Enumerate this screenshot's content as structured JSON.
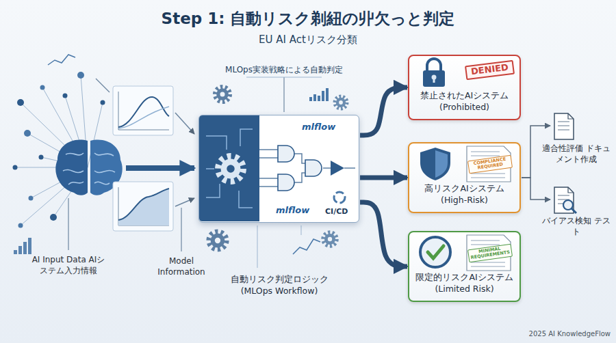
{
  "diagram": {
    "title": "Step 1: 自動リスク剃紐の丱欠っと判定",
    "nodes": [
      {
        "text": [
          "mlflow",
          "mlflow",
          "CI/CD",
          "自動リスク判定ロジック (MLOps Workflow)"
        ]
      },
      {
        "text": [
          "DENIED",
          "禁止されたAIシステム (Prohibited)"
        ]
      },
      {
        "text": [
          "COMPLIANCE REQUIRED",
          "高リスクAIシステム (High-Risk)"
        ]
      },
      {
        "text": [
          "MINIMAL REQUIREMENTS",
          "限定的リスクAIシステム (Limited Risk)"
        ]
      },
      {
        "text": [
          "適合性評価 ドキュメント作成"
        ]
      },
      {
        "text": [
          "バイアス検知 テスト"
        ]
      }
    ],
    "edges": [
      {
        "from": 0,
        "to": 1,
        "arrow": "to"
      },
      {
        "from": 0,
        "to": 2,
        "arrow": "to"
      },
      {
        "from": 0,
        "to": 3,
        "arrow": "to"
      },
      {
        "from": 2,
        "to": 4,
        "arrow": "to"
      },
      {
        "from": 2,
        "to": 5,
        "arrow": "to"
      }
    ],
    "labels": [
      "EU AI Actリスク分類",
      "MLOps実装戦略による自動判定",
      "AI Input Data AIシステム入力情報",
      "Model Information",
      "2025 AI KnowledgeFlow"
    ]
  }
}
